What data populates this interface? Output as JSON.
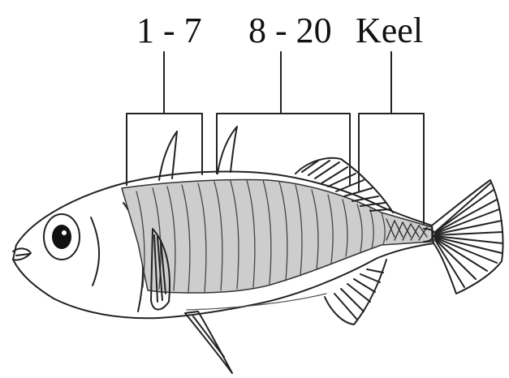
{
  "labels": {
    "group_1": "1 - 7",
    "group_2": "8 - 20",
    "group_3": "Keel"
  }
}
